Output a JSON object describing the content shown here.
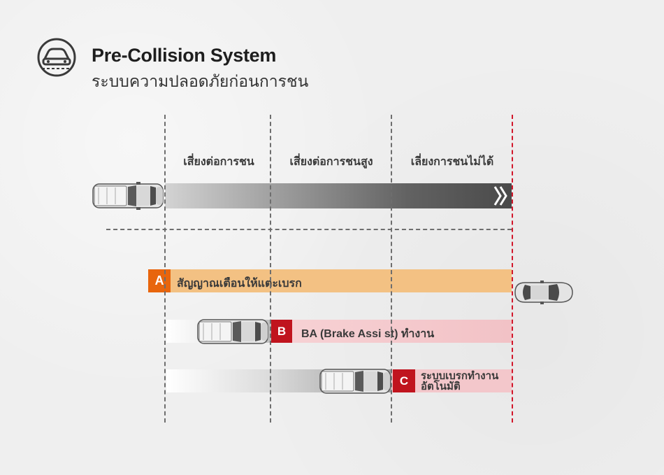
{
  "header": {
    "title": "Pre-Collision System",
    "subtitle": "ระบบความปลอดภัยก่อนการชน",
    "logo_icon": "pre-collision-car-icon"
  },
  "zones": [
    {
      "label": "เสี่ยงต่อการชน"
    },
    {
      "label": "เสี่ยงต่อการชนสูง"
    },
    {
      "label": "เลี่ยงการชนไม่ได้"
    }
  ],
  "stages": {
    "a": {
      "badge": "A",
      "label": "สัญญาณเตือนให้แตะเบรก",
      "color": "#e8650c",
      "bar_color": "#f3c183"
    },
    "b": {
      "badge": "B",
      "label": "BA (Brake Assi st) ทำงาน",
      "color": "#c0141e",
      "bar_color": "#f2c2c6"
    },
    "c": {
      "badge": "C",
      "label_line1": "ระบบเบรกทำงาน",
      "label_line2": "อัตโนมัติ",
      "color": "#c0141e",
      "bar_color": "#f3c7cb"
    }
  },
  "icons": {
    "pickup_truck": "pickup-truck-icon",
    "sedan": "sedan-car-icon",
    "chevrons": "forward-chevrons-icon"
  }
}
